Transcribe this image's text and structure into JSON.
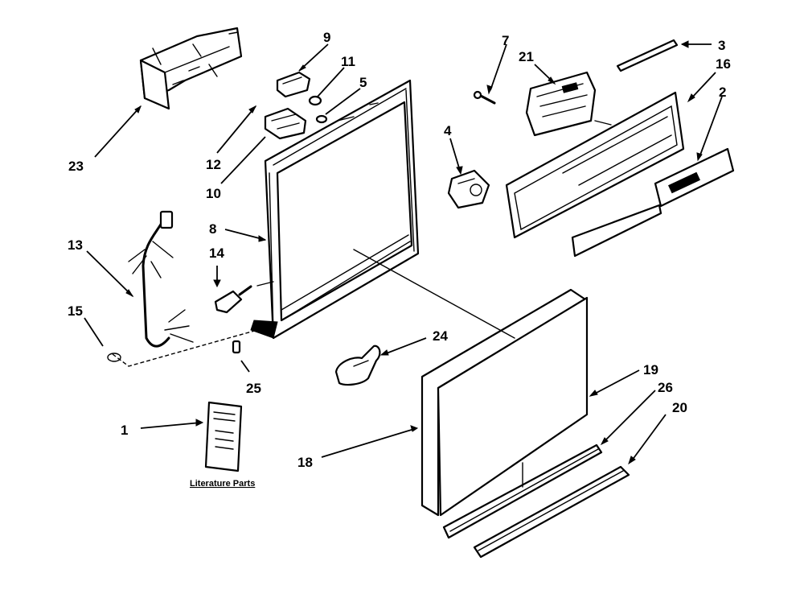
{
  "diagram": {
    "callouts": {
      "c1": "1",
      "c2": "2",
      "c3": "3",
      "c4": "4",
      "c5": "5",
      "c7": "7",
      "c8": "8",
      "c9": "9",
      "c10": "10",
      "c11": "11",
      "c12": "12",
      "c13": "13",
      "c14": "14",
      "c15": "15",
      "c16": "16",
      "c18": "18",
      "c19": "19",
      "c20": "20",
      "c21": "21",
      "c23": "23",
      "c24": "24",
      "c25": "25",
      "c26": "26"
    },
    "literature_caption": "Literature Parts",
    "colors": {
      "line": "#000000",
      "background": "#ffffff"
    }
  }
}
